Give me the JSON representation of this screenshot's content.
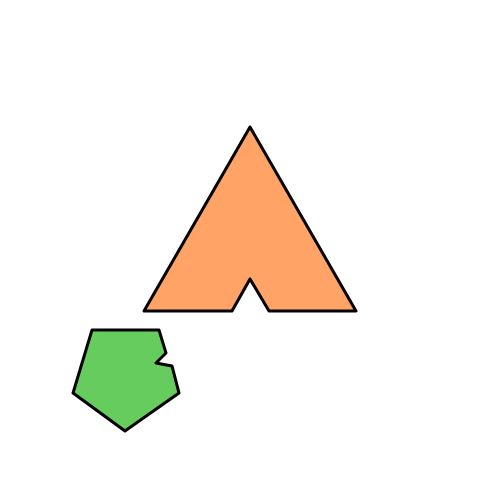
{
  "background": "#ffffff",
  "shapes": [
    {
      "id": "notched-triangle",
      "kind": "triangle with notch",
      "fill": "#ffa366",
      "stroke": "#000000"
    },
    {
      "id": "notched-pentagon",
      "kind": "pentagon with notch",
      "fill": "#66cc5e",
      "stroke": "#000000"
    }
  ]
}
